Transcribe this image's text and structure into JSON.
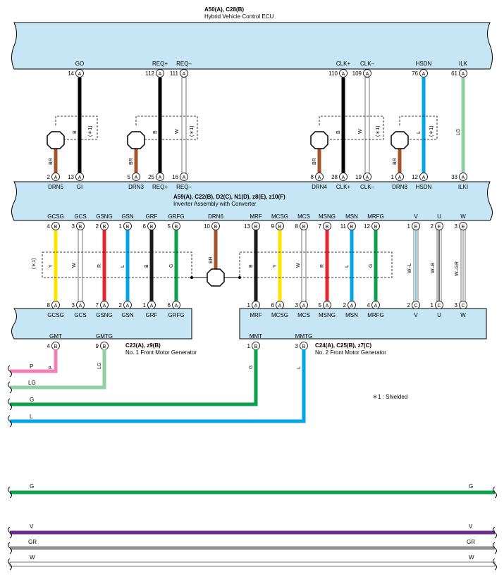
{
  "ecu": {
    "title": "A50(A), C28(B)",
    "name": "Hybrid Vehicle Control ECU"
  },
  "inverter": {
    "title": "A59(A), C22(B), D2(C), N1(D), z8(E), z10(F)",
    "name": "Inverter Assembly with Converter"
  },
  "mg1": {
    "title": "C23(A), z9(B)",
    "name": "No.  1 Front Motor Generator"
  },
  "mg2": {
    "title": "C24(A), C25(B), z7(C)",
    "name": "No.  2 Front Motor Generator"
  },
  "note": "＊1 : Shielded",
  "shield_mark": "(＊1)",
  "ecu_pins": [
    {
      "name": "GO",
      "num": "14",
      "conn": "A"
    },
    {
      "name": "REQ+",
      "num": "112",
      "conn": "A"
    },
    {
      "name": "REQ–",
      "num": "111",
      "conn": "A"
    },
    {
      "name": "CLK+",
      "num": "110",
      "conn": "A"
    },
    {
      "name": "CLK–",
      "num": "109",
      "conn": "A"
    },
    {
      "name": "HSDN",
      "num": "76",
      "conn": "A"
    },
    {
      "name": "ILK",
      "num": "61",
      "conn": "A"
    }
  ],
  "inv_top_pins": [
    {
      "name": "DRN5",
      "num": "2",
      "conn": "A"
    },
    {
      "name": "GI",
      "num": "13",
      "conn": "A"
    },
    {
      "name": "DRN3",
      "num": "5",
      "conn": "A"
    },
    {
      "name": "REQ+",
      "num": "25",
      "conn": "A"
    },
    {
      "name": "REQ–",
      "num": "16",
      "conn": "A"
    },
    {
      "name": "DRN4",
      "num": "8",
      "conn": "A"
    },
    {
      "name": "CLK+",
      "num": "28",
      "conn": "A"
    },
    {
      "name": "CLK–",
      "num": "19",
      "conn": "A"
    },
    {
      "name": "DRN8",
      "num": "1",
      "conn": "A"
    },
    {
      "name": "HSDN",
      "num": "12",
      "conn": "A"
    },
    {
      "name": "ILKI",
      "num": "33",
      "conn": "A"
    }
  ],
  "upper_wires": [
    "B",
    "B",
    "W",
    "B",
    "W",
    "L",
    "LG",
    "BR",
    "BR",
    "BR",
    "BR"
  ],
  "inv_bottom_pins": [
    {
      "name": "GCSG",
      "num": "4",
      "conn": "B"
    },
    {
      "name": "GCS",
      "num": "3",
      "conn": "B"
    },
    {
      "name": "GSNG",
      "num": "2",
      "conn": "B"
    },
    {
      "name": "GSN",
      "num": "1",
      "conn": "B"
    },
    {
      "name": "GRF",
      "num": "6",
      "conn": "B"
    },
    {
      "name": "GRFG",
      "num": "5",
      "conn": "B"
    },
    {
      "name": "DRN6",
      "num": "10",
      "conn": "B"
    },
    {
      "name": "MRF",
      "num": "13",
      "conn": "B"
    },
    {
      "name": "MCSG",
      "num": "9",
      "conn": "B"
    },
    {
      "name": "MCS",
      "num": "8",
      "conn": "B"
    },
    {
      "name": "MSNG",
      "num": "7",
      "conn": "B"
    },
    {
      "name": "MSN",
      "num": "11",
      "conn": "B"
    },
    {
      "name": "MRFG",
      "num": "12",
      "conn": "B"
    },
    {
      "name": "V",
      "num": "1",
      "conn": "E"
    },
    {
      "name": "U",
      "num": "2",
      "conn": "E"
    },
    {
      "name": "W",
      "num": "3",
      "conn": "E"
    }
  ],
  "mid_wires": [
    "Y",
    "W",
    "R",
    "L",
    "B",
    "G",
    "BR",
    "B",
    "Y",
    "W",
    "R",
    "L",
    "G",
    "W–L",
    "W–B",
    "W–GR"
  ],
  "mg1_pins": [
    {
      "name": "GCSG",
      "num": "8",
      "conn": "A"
    },
    {
      "name": "GCS",
      "num": "3",
      "conn": "A"
    },
    {
      "name": "GSNG",
      "num": "7",
      "conn": "A"
    },
    {
      "name": "GSN",
      "num": "2",
      "conn": "A"
    },
    {
      "name": "GRF",
      "num": "1",
      "conn": "A"
    },
    {
      "name": "GRFG",
      "num": "6",
      "conn": "A"
    },
    {
      "name": "GMT",
      "num": "4",
      "conn": "B"
    },
    {
      "name": "GMTG",
      "num": "9",
      "conn": "B"
    }
  ],
  "mg2_pins": [
    {
      "name": "MRF",
      "num": "1",
      "conn": "A"
    },
    {
      "name": "MCSG",
      "num": "6",
      "conn": "A"
    },
    {
      "name": "MCS",
      "num": "3",
      "conn": "A"
    },
    {
      "name": "MSNG",
      "num": "5",
      "conn": "A"
    },
    {
      "name": "MSN",
      "num": "2",
      "conn": "A"
    },
    {
      "name": "MRFG",
      "num": "4",
      "conn": "A"
    },
    {
      "name": "V",
      "num": "2",
      "conn": "C"
    },
    {
      "name": "U",
      "num": "1",
      "conn": "C"
    },
    {
      "name": "W",
      "num": "3",
      "conn": "C"
    },
    {
      "name": "MMT",
      "num": "1",
      "conn": "B"
    },
    {
      "name": "MMTG",
      "num": "3",
      "conn": "B"
    }
  ],
  "exit_wires": [
    "P",
    "LG",
    "G",
    "L",
    "G",
    "L"
  ],
  "bottom_wires": [
    {
      "left": "G",
      "right": "G",
      "color": "#0aa14a"
    },
    {
      "left": "V",
      "right": "V",
      "color": "#6a2c91"
    },
    {
      "left": "GR",
      "right": "GR",
      "color": "#909090"
    },
    {
      "left": "W",
      "right": "W",
      "color": "#ffffff"
    }
  ],
  "colors": {
    "box": "#c6e6f5",
    "B": "#1a1a1a",
    "W": "#ffffff",
    "Y": "#ffe400",
    "R": "#e8252f",
    "L": "#00a6e6",
    "G": "#0aa14a",
    "LG": "#8fd1a0",
    "BR": "#a6542a",
    "P": "#f080b8"
  }
}
